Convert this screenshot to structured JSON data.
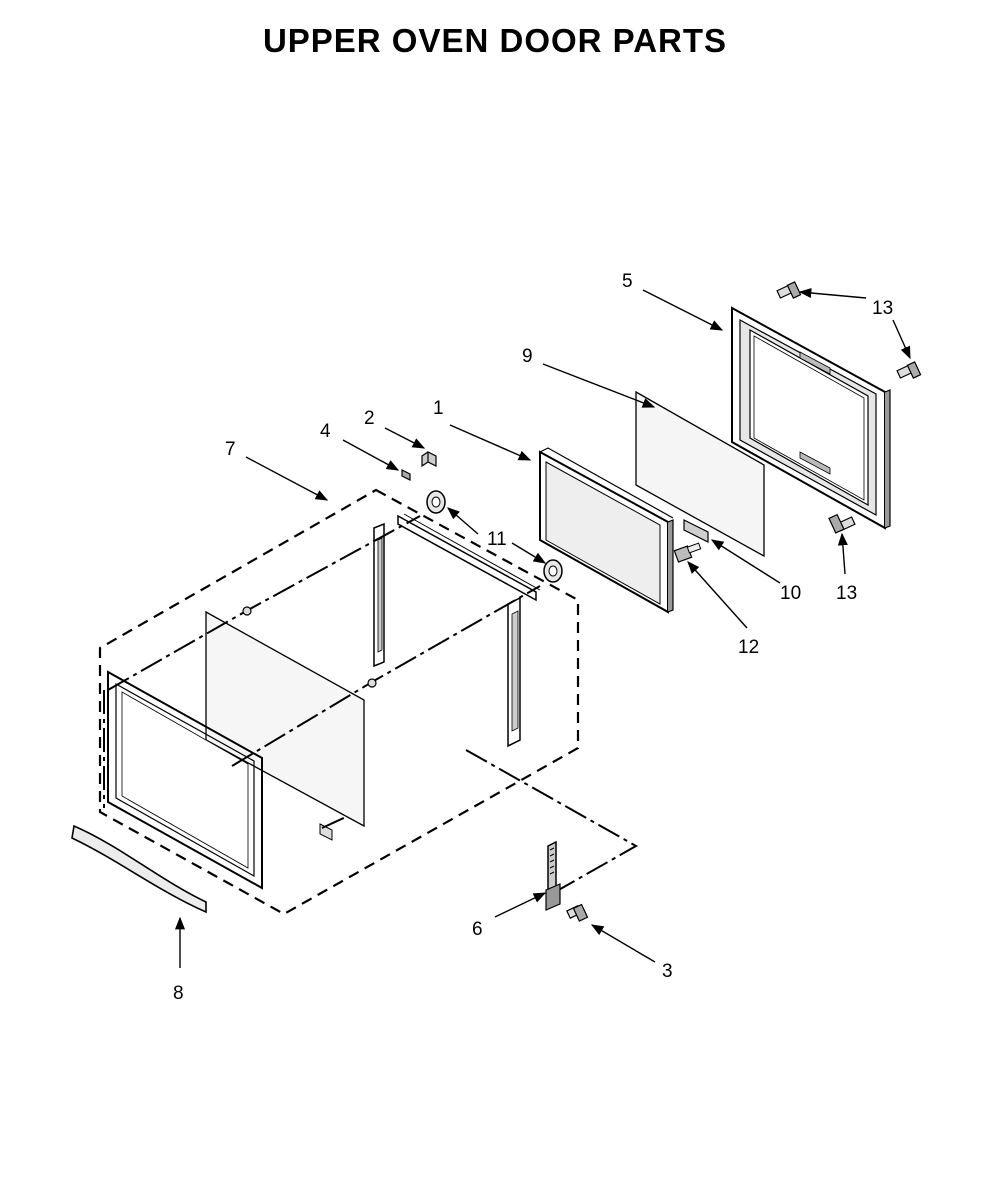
{
  "title": "UPPER OVEN DOOR PARTS",
  "callouts": {
    "p1": "1",
    "p2": "2",
    "p3": "3",
    "p4": "4",
    "p5": "5",
    "p6": "6",
    "p7": "7",
    "p8": "8",
    "p9": "9",
    "p10": "10",
    "p11": "11",
    "p12": "12",
    "p13a": "13",
    "p13b": "13"
  },
  "colors": {
    "ink": "#000000",
    "glass": "#f2f2f2",
    "frame": "#cfcfcf",
    "background": "#ffffff"
  }
}
